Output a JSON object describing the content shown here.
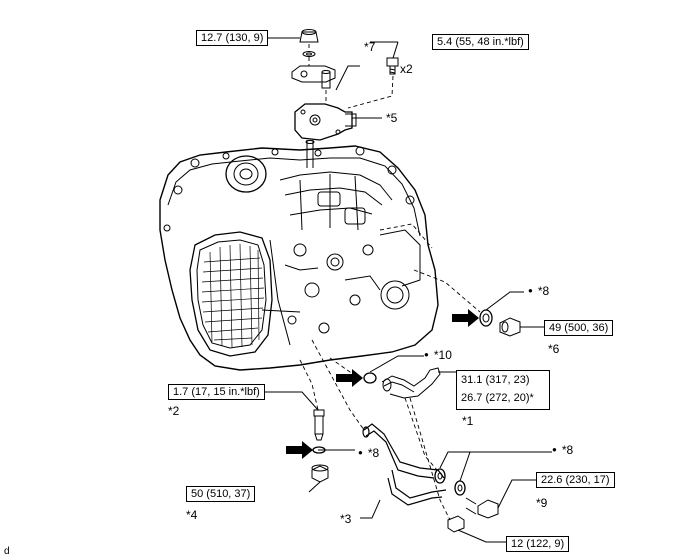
{
  "torque_specs": {
    "t1": "12.7 (130, 9)",
    "t2": "5.4 (55, 48 in.*lbf)",
    "t3": "49 (500, 36)",
    "t4a": "31.1 (317, 23)",
    "t4b": "26.7 (272, 20)*",
    "t5": "1.7 (17, 15 in.*lbf)",
    "t6": "22.6 (230, 17)",
    "t7": "50 (510, 37)",
    "t8": "12 (122, 9)"
  },
  "callouts": {
    "c1": "*1",
    "c2": "*2",
    "c3": "*3",
    "c4": "*4",
    "c5": "*5",
    "c6": "*6",
    "c7": "*7",
    "c8a": "*8",
    "c8b": "*8",
    "c8c": "*8",
    "c9": "*9",
    "c10": "*10",
    "x2": "x2"
  },
  "corner_mark": "d"
}
